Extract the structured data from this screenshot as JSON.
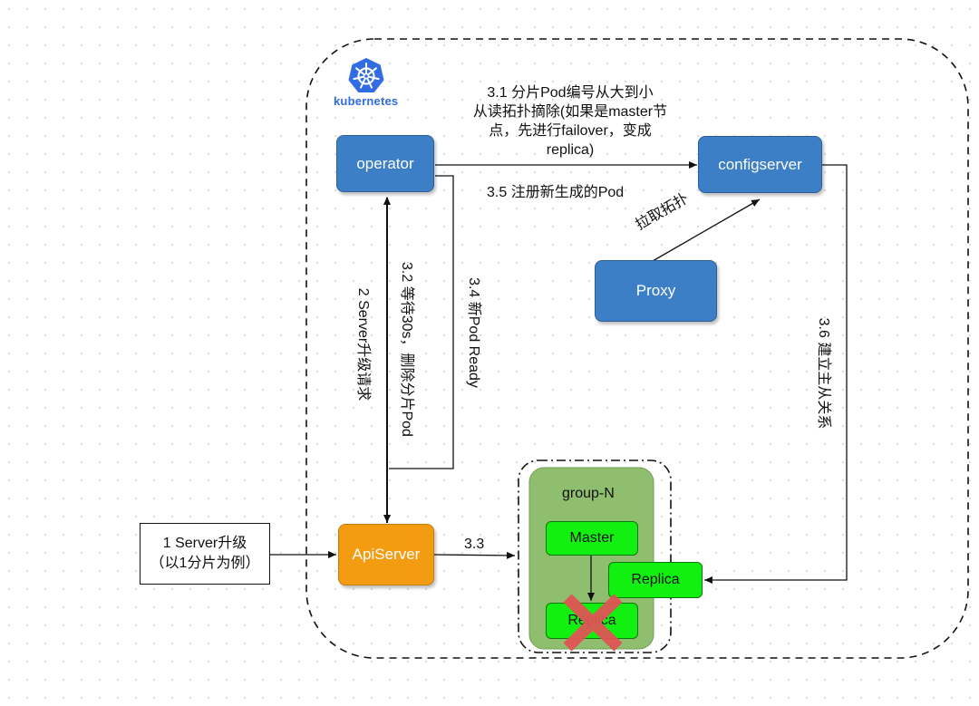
{
  "logo": {
    "text": "kubernetes",
    "color": "#326ce5"
  },
  "nodes": {
    "operator": "operator",
    "configserver": "configserver",
    "proxy": "Proxy",
    "apiserver": "ApiServer",
    "group_title": "group-N",
    "master": "Master",
    "replica_new": "Replica",
    "replica_old": "Replica",
    "server_upgrade_line1": "1 Server升级",
    "server_upgrade_line2": "（以1分片为例）"
  },
  "edge_labels": {
    "step_3_1": [
      "3.1 分片Pod编号从大到小",
      "从读拓扑摘除(如果是master节",
      "点，先进行failover，变成",
      "replica)"
    ],
    "step_3_5": "3.5 注册新生成的Pod",
    "pull_topology": "拉取拓扑",
    "step_2": "2 Server升级请求",
    "step_3_2": "3.2 等待30s，删除分片Pod",
    "step_3_4": "3.4 新Pod Ready",
    "step_3_6": "3.6 建立主从关系",
    "step_3_3": "3.3"
  },
  "colors": {
    "k8s_blue": "#3d7fc7",
    "api_orange": "#f39c12",
    "pod_green": "#12f012",
    "group_green": "#8fbe6f",
    "delete_red": "#e05555"
  },
  "icons": {
    "deleted_marker": "red-x-icon",
    "logo": "kubernetes-helm-icon"
  }
}
